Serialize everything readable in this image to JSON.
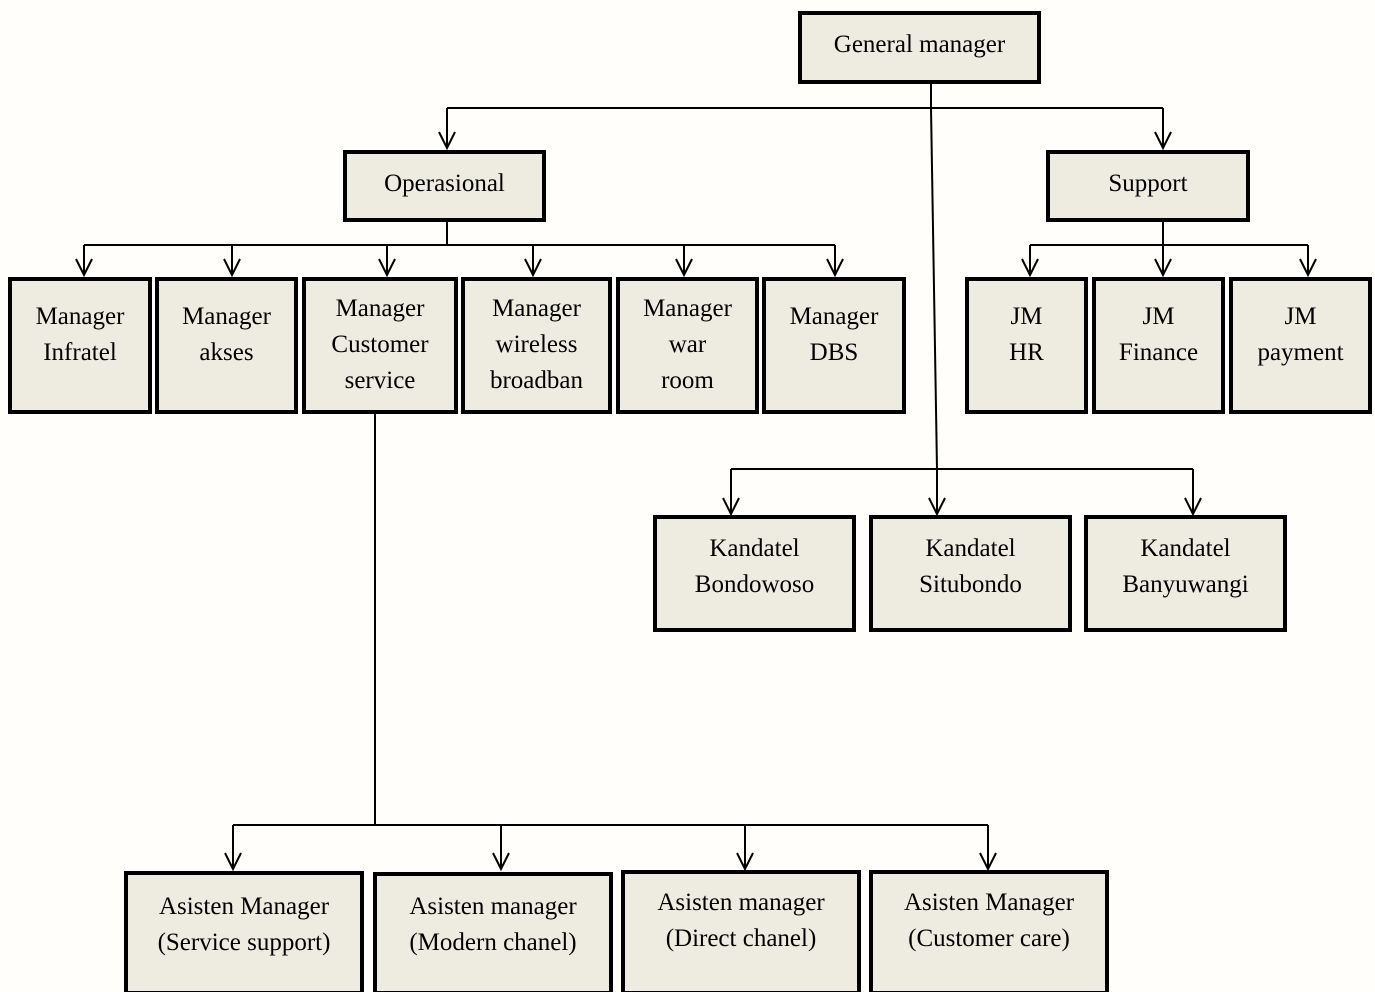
{
  "colors": {
    "node_fill": "#eeece1",
    "node_border": "#000000",
    "connector": "#000000",
    "background": "#fffefa"
  },
  "nodes": {
    "general_manager": [
      "General manager"
    ],
    "operasional": [
      "Operasional"
    ],
    "support": [
      "Support"
    ],
    "manager_infratel": [
      "Manager",
      "Infratel"
    ],
    "manager_akses": [
      "Manager",
      "akses"
    ],
    "manager_customer_service": [
      "Manager",
      "Customer",
      "service"
    ],
    "manager_wireless_broadban": [
      "Manager",
      "wireless",
      "broadban"
    ],
    "manager_war_room": [
      "Manager",
      "war",
      "room"
    ],
    "manager_dbs": [
      "Manager",
      "DBS"
    ],
    "jm_hr": [
      "JM",
      "HR"
    ],
    "jm_finance": [
      "JM",
      "Finance"
    ],
    "jm_payment": [
      "JM",
      "payment"
    ],
    "kandatel_bondowoso": [
      "Kandatel",
      "Bondowoso"
    ],
    "kandatel_situbondo": [
      "Kandatel",
      "Situbondo"
    ],
    "kandatel_banyuwangi": [
      "Kandatel",
      "Banyuwangi"
    ],
    "asisten_service_support": [
      "Asisten Manager",
      "(Service support)"
    ],
    "asisten_modern_chanel": [
      "Asisten manager",
      "(Modern chanel)"
    ],
    "asisten_direct_chanel": [
      "Asisten manager",
      "(Direct chanel)"
    ],
    "asisten_customer_care": [
      "Asisten Manager",
      "(Customer care)"
    ]
  }
}
